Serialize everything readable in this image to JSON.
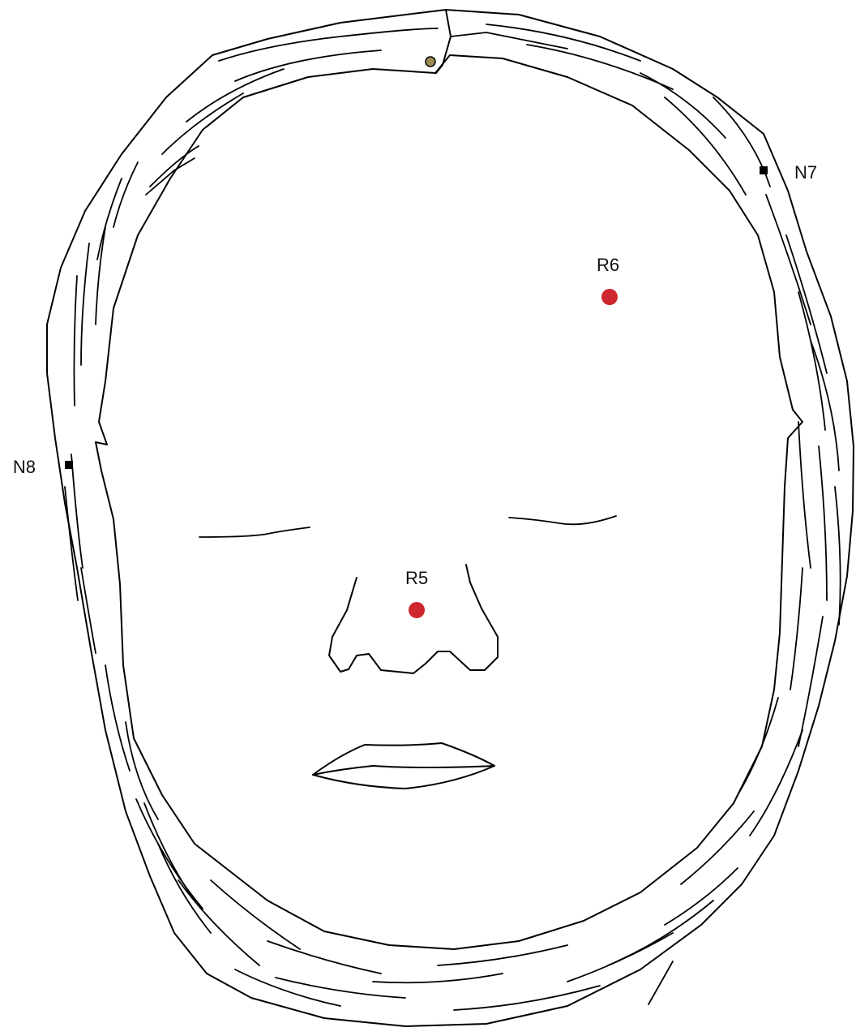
{
  "colors": {
    "band_fill": "#EBDCBC",
    "outline": "#000000",
    "face_fill": "#FFFFFF",
    "red_marker": "#D0262E",
    "black_marker": "#000000",
    "crown_dot": "#9C8A55"
  },
  "markers": {
    "red": [
      {
        "label": "R6"
      },
      {
        "label": "R5"
      }
    ],
    "black": [
      {
        "label": "N7"
      },
      {
        "label": "N8"
      }
    ]
  }
}
